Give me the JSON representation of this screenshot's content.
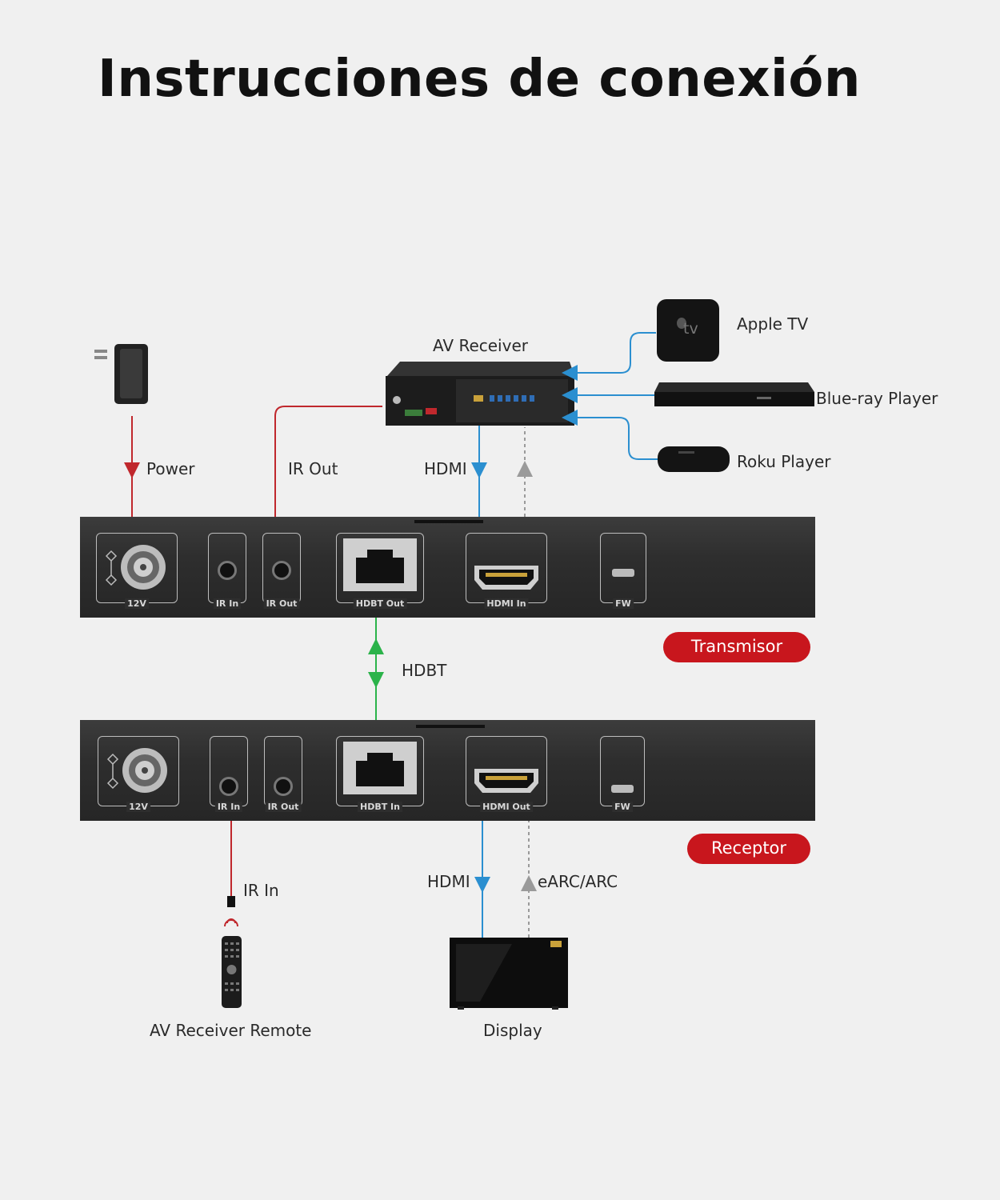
{
  "title": "Instrucciones de conexión",
  "sources": {
    "apple_tv": "Apple TV",
    "apple_tv_logo": "tv",
    "bluray": "Blue-ray Player",
    "roku": "Roku Player"
  },
  "av_receiver": "AV Receiver",
  "link_labels": {
    "power": "Power",
    "ir_out": "IR Out",
    "hdmi_top": "HDMI",
    "hdbt": "HDBT",
    "ir_in": "IR In",
    "hdmi_bottom": "HDMI",
    "earc": "eARC/ARC"
  },
  "transmitter": {
    "badge": "Transmisor",
    "ports": {
      "power": "12V",
      "ir_in": "IR In",
      "ir_out": "IR Out",
      "hdbt": "HDBT Out",
      "hdmi": "HDMI In",
      "fw": "FW"
    }
  },
  "receiver": {
    "badge": "Receptor",
    "ports": {
      "power": "12V",
      "ir_in": "IR In",
      "ir_out": "IR Out",
      "hdbt": "HDBT In",
      "hdmi": "HDMI Out",
      "fw": "FW"
    }
  },
  "devices": {
    "remote": "AV Receiver Remote",
    "display": "Display"
  },
  "colors": {
    "power_line": "#c0282d",
    "hdmi_line": "#2b8fd0",
    "hdbt_line": "#2bb34a",
    "arc_line": "#9a9a9a",
    "badge": "#c8161d"
  }
}
